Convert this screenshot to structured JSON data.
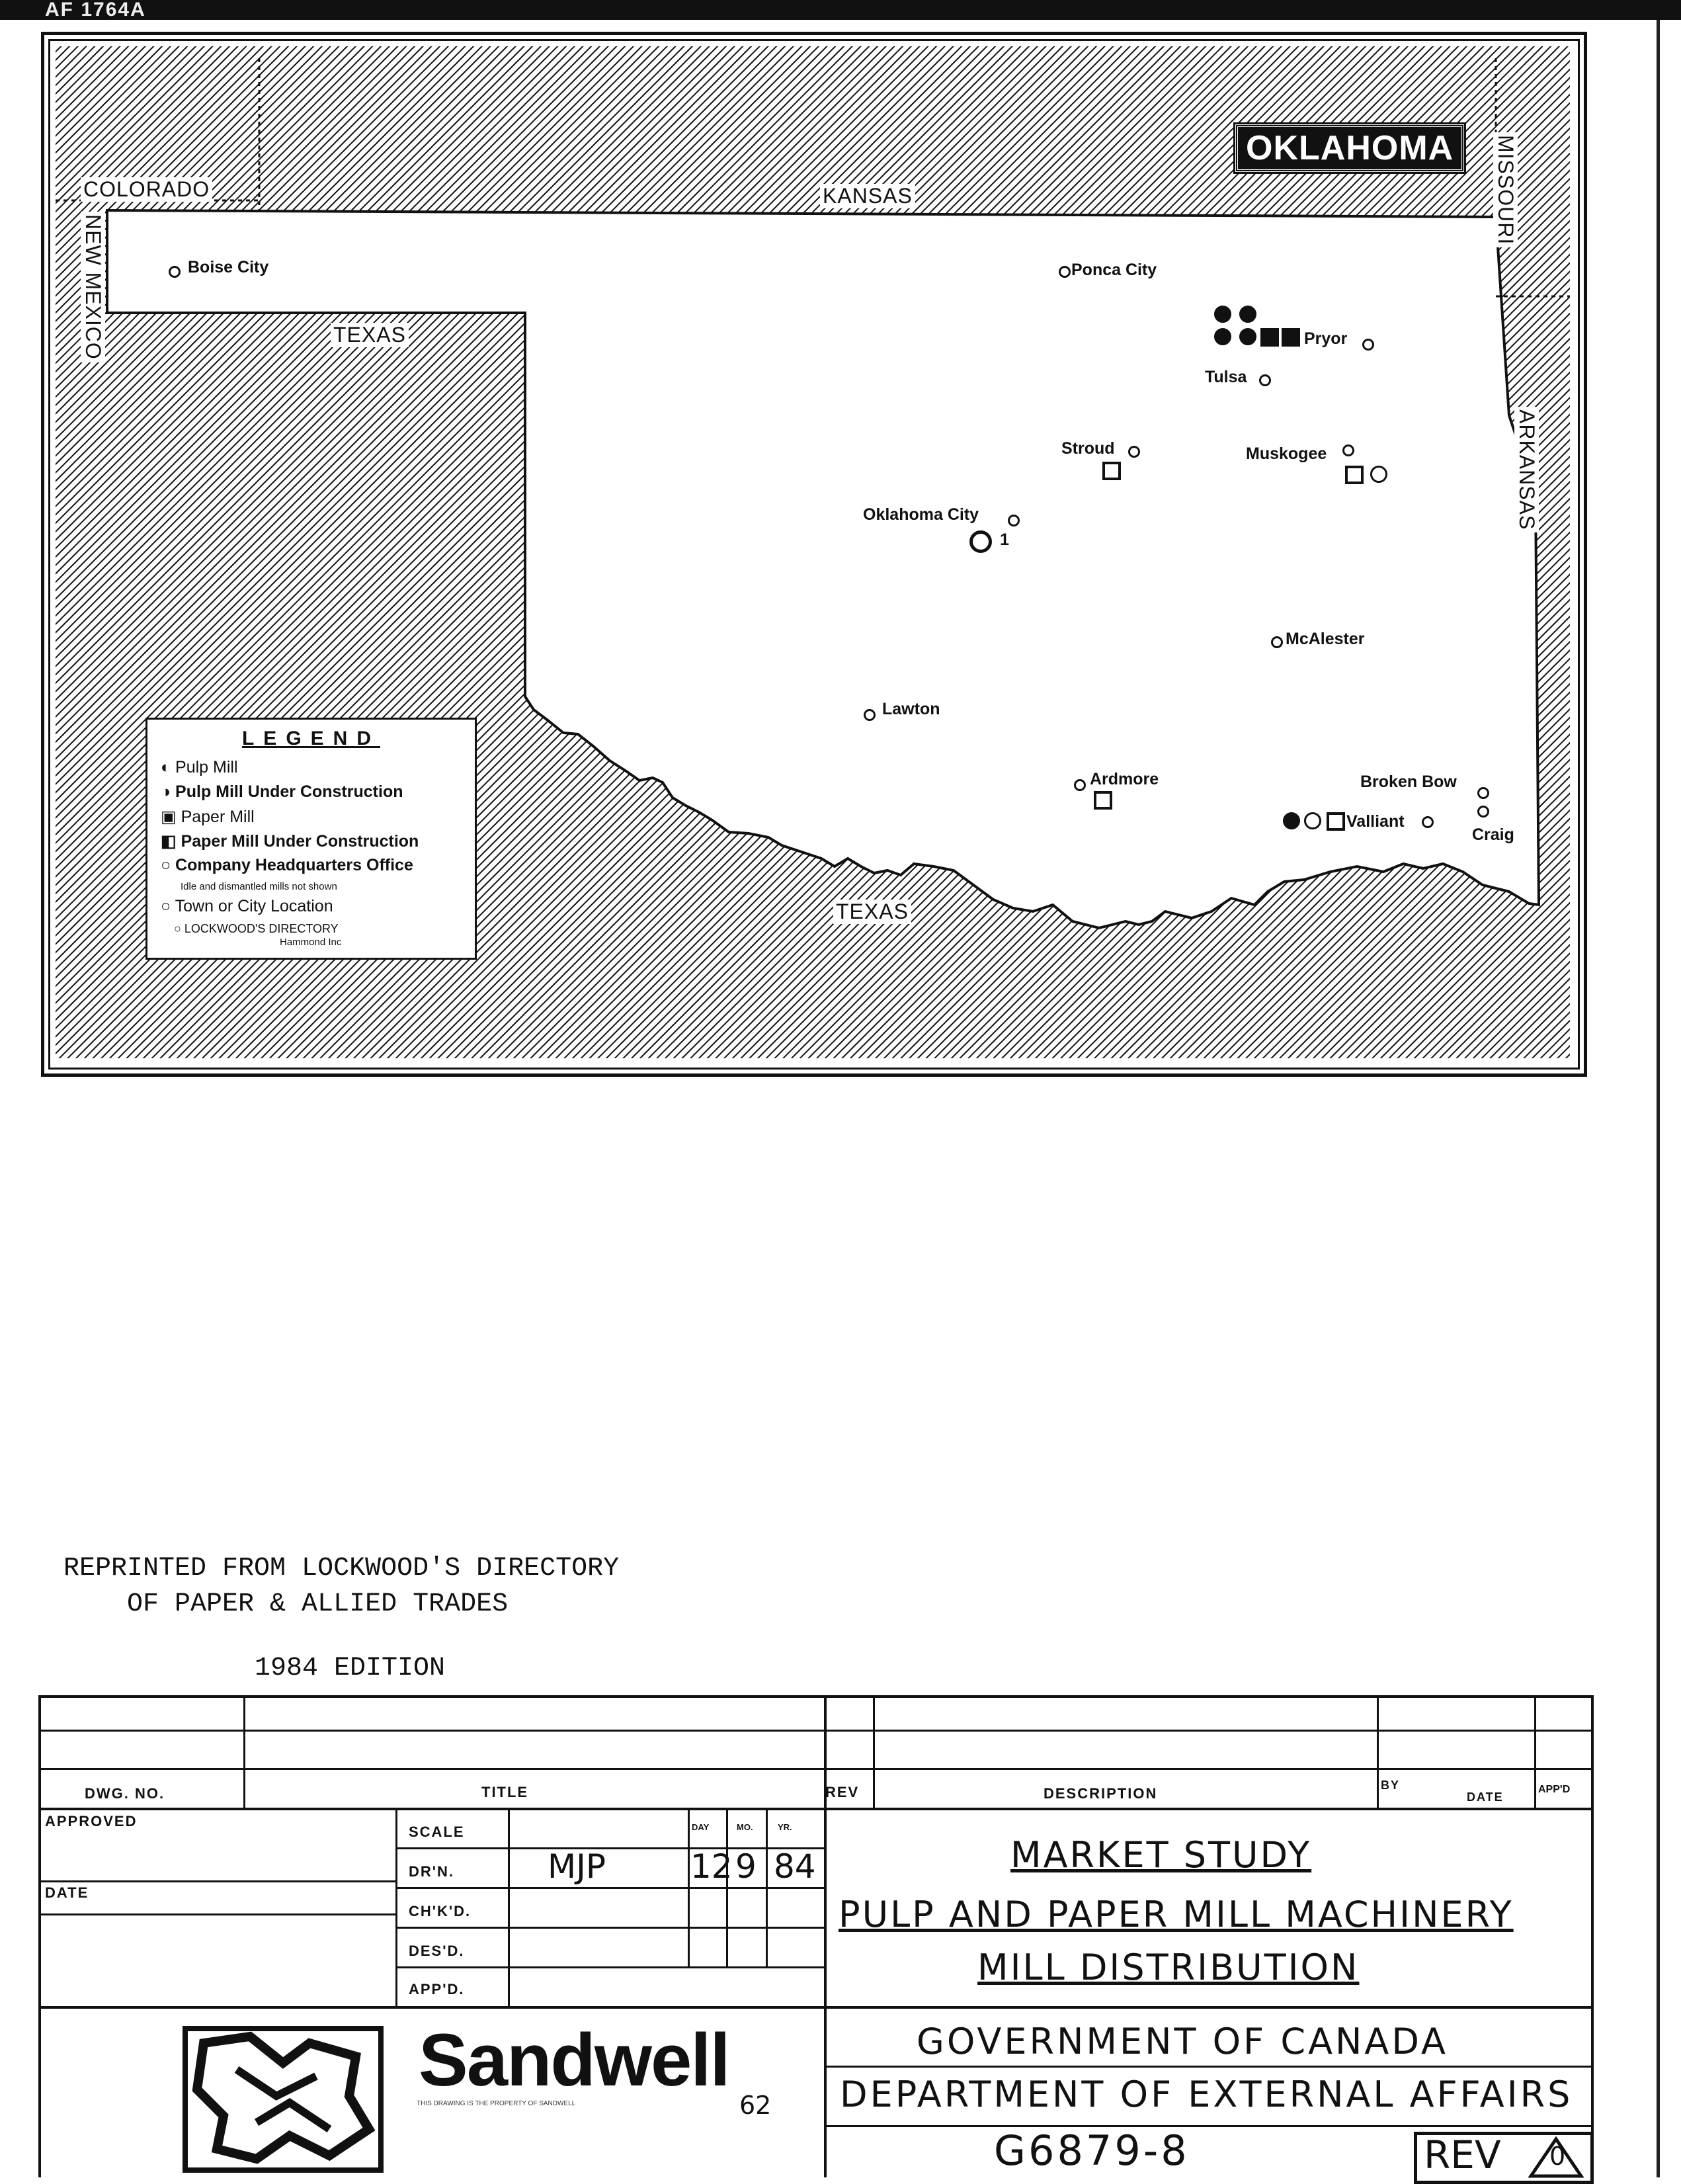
{
  "drawing_id": "AF 1764A",
  "map": {
    "title": "OKLAHOMA",
    "neighbor_states": {
      "colorado": "COLORADO",
      "kansas": "KANSAS",
      "missouri": "MISSOURI",
      "new_mexico": "NEW MEXICO",
      "texas_panhandle": "TEXAS",
      "arkansas": "ARKANSAS",
      "texas_south": "TEXAS"
    },
    "cities": {
      "boise_city": "Boise City",
      "ponca_city": "Ponca City",
      "pryor": "Pryor",
      "tulsa": "Tulsa",
      "stroud": "Stroud",
      "muskogee": "Muskogee",
      "oklahoma_city": "Oklahoma City",
      "mcalester": "McAlester",
      "lawton": "Lawton",
      "ardmore": "Ardmore",
      "broken_bow": "Broken Bow",
      "valliant": "Valliant",
      "craig": "Craig"
    },
    "okc_hq_label": "1",
    "legend": {
      "title": "LEGEND",
      "items": [
        "Pulp Mill",
        "Pulp Mill Under Construction",
        "Paper Mill",
        "Paper Mill Under Construction",
        "Company Headquarters Office"
      ],
      "note": "Idle and dismantled mills not shown",
      "town": "Town or City Location",
      "source": "LOCKWOOD'S DIRECTORY",
      "credit": "Hammond Inc"
    }
  },
  "reprint_note": "REPRINTED FROM LOCKWOOD'S DIRECTORY\n    OF PAPER & ALLIED TRADES",
  "edition": "1984 EDITION",
  "title_block": {
    "headers": {
      "dwg_no": "DWG. NO.",
      "title": "TITLE",
      "rev": "REV",
      "description": "DESCRIPTION",
      "by": "BY",
      "date": "DATE",
      "appd": "APP'D"
    },
    "left_labels": {
      "approved": "APPROVED",
      "date": "DATE"
    },
    "row_labels": [
      "SCALE",
      "DR'N.",
      "CH'K'D.",
      "DES'D.",
      "APP'D."
    ],
    "date_cols": [
      "DAY",
      "MO.",
      "YR."
    ],
    "drawn_by": "MJP",
    "drawn_day": "12",
    "drawn_month": "9",
    "drawn_year": "84",
    "project_title": [
      "MARKET STUDY",
      "PULP AND PAPER MILL MACHINERY",
      "MILL DISTRIBUTION"
    ],
    "company": "Sandwell",
    "company_fine_print": "THIS DRAWING IS THE PROPERTY OF SANDWELL",
    "page_number": "62",
    "client": [
      "GOVERNMENT OF CANADA",
      "DEPARTMENT OF EXTERNAL AFFAIRS"
    ],
    "drawing_number": "G6879-8",
    "rev_label": "REV",
    "rev_value": "0"
  }
}
